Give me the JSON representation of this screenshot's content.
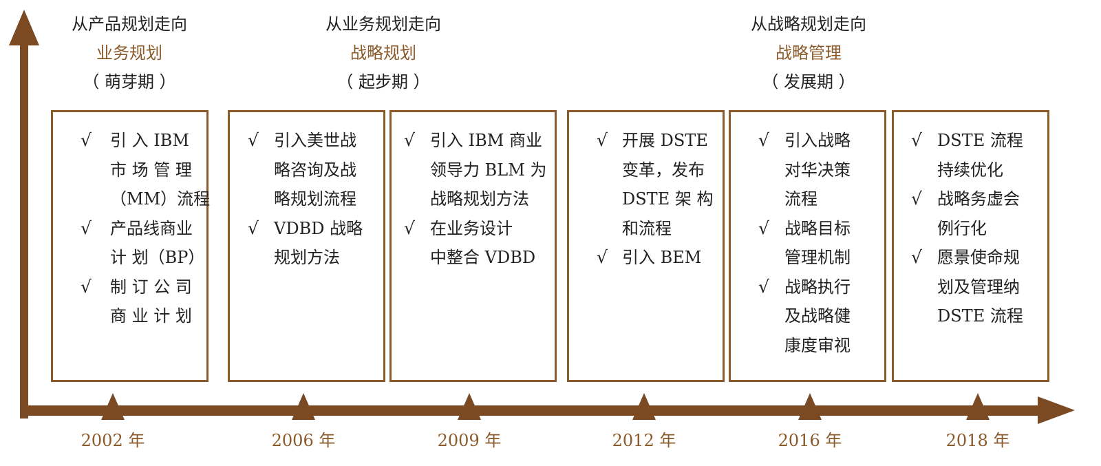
{
  "colors": {
    "accent": "#7b4a22",
    "text": "#222222",
    "stage_highlight": "#8a5a2b"
  },
  "check_mark": "√",
  "stages": [
    {
      "line1": "从产品规划走向",
      "line2": "业务规划",
      "line3": "（  萌芽期  ）"
    },
    {
      "line1": "从业务规划走向",
      "line2": "战略规划",
      "line3": "（  起步期  ）"
    },
    {
      "line1": "从战略规划走向",
      "line2": "战略管理",
      "line3": "（  发展期  ）"
    }
  ],
  "milestones": [
    {
      "year": "2002 年",
      "items": [
        {
          "lines": [
            "引 入 IBM",
            "市 场 管 理",
            "（MM）流程"
          ]
        },
        {
          "lines": [
            "产品线商业",
            "计 划（BP）"
          ]
        },
        {
          "lines": [
            "制 订 公 司",
            "商 业 计 划"
          ]
        }
      ]
    },
    {
      "year": "2006 年",
      "items": [
        {
          "lines": [
            "引入美世战",
            "略咨询及战",
            "略规划流程"
          ]
        },
        {
          "lines": [
            "VDBD 战略",
            "规划方法"
          ]
        }
      ]
    },
    {
      "year": "2009 年",
      "items": [
        {
          "lines": [
            "引入 IBM 商业",
            "领导力 BLM 为",
            "战略规划方法"
          ]
        },
        {
          "lines": [
            "在业务设计",
            "中整合 VDBD"
          ]
        }
      ]
    },
    {
      "year": "2012 年",
      "items": [
        {
          "lines": [
            "开展 DSTE",
            "变革，发布",
            "DSTE 架 构",
            "和流程"
          ]
        },
        {
          "lines": [
            "引入 BEM"
          ]
        }
      ]
    },
    {
      "year": "2016 年",
      "items": [
        {
          "lines": [
            "引入战略",
            "对华决策",
            "流程"
          ]
        },
        {
          "lines": [
            "战略目标",
            "管理机制"
          ]
        },
        {
          "lines": [
            "战略执行",
            "及战略健",
            "康度审视"
          ]
        }
      ]
    },
    {
      "year": "2018 年",
      "items": [
        {
          "lines": [
            "DSTE 流程",
            "持续优化"
          ]
        },
        {
          "lines": [
            "战略务虚会",
            "例行化"
          ]
        },
        {
          "lines": [
            "愿景使命规",
            "划及管理纳",
            "DSTE 流程"
          ]
        }
      ]
    }
  ]
}
